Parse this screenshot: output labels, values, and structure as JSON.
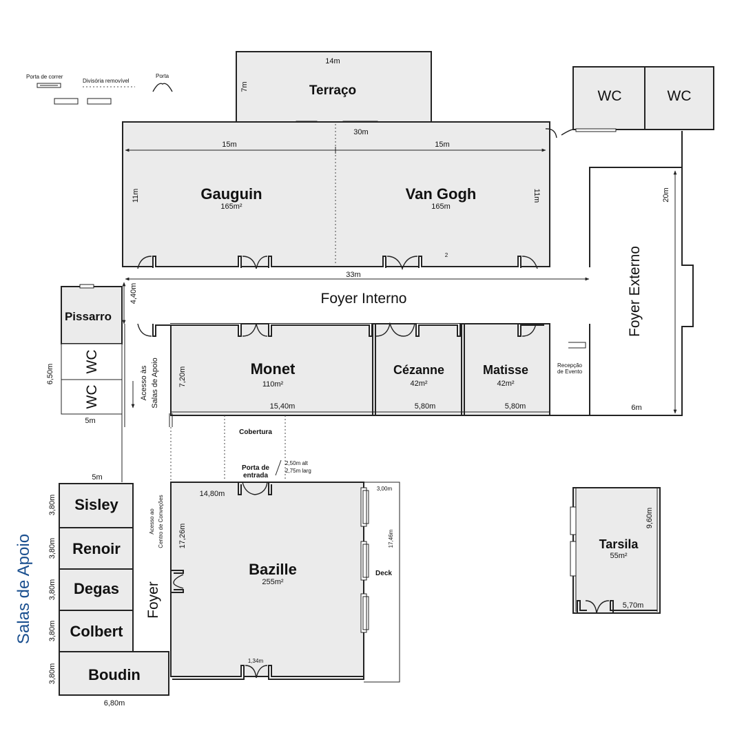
{
  "legend": {
    "sliding_door": "Porta de correr",
    "removable_partition": "Divisória removível",
    "door": "Porta"
  },
  "rooms": {
    "terraco": {
      "name": "Terraço",
      "width": "14m",
      "depth": "7m"
    },
    "gauguin": {
      "name": "Gauguin",
      "area": "165m²",
      "width": "15m",
      "depth": "11m"
    },
    "van_gogh": {
      "name": "Van Gogh",
      "area": "165m",
      "width": "15m",
      "depth": "11m",
      "mark": "2"
    },
    "monet": {
      "name": "Monet",
      "area": "110m²",
      "width": "15,40m",
      "depth": "7,20m"
    },
    "cezanne": {
      "name": "Cézanne",
      "area": "42m²",
      "width": "5,80m"
    },
    "matisse": {
      "name": "Matisse",
      "area": "42m²",
      "width": "5,80m"
    },
    "pissarro": {
      "name": "Pissarro"
    },
    "bazille": {
      "name": "Bazille",
      "area": "255m²",
      "width": "14,80m",
      "depth": "17,26m",
      "door_width": "1,34m"
    },
    "tarsila": {
      "name": "Tarsila",
      "area": "55m²",
      "width": "5,70m",
      "depth": "9,60m"
    },
    "wc_top_1": {
      "name": "WC"
    },
    "wc_top_2": {
      "name": "WC"
    },
    "wc_side_1": {
      "name": "WC"
    },
    "wc_side_2": {
      "name": "WC"
    }
  },
  "support_rooms": {
    "title": "Salas de Apoio",
    "width_top": "5m",
    "width_bottom": "6,80m",
    "items": [
      {
        "name": "Sisley",
        "height": "3,80m"
      },
      {
        "name": "Renoir",
        "height": "3,80m"
      },
      {
        "name": "Degas",
        "height": "3,80m"
      },
      {
        "name": "Colbert",
        "height": "3,80m"
      },
      {
        "name": "Boudin",
        "height": "3,80m"
      }
    ]
  },
  "labels": {
    "foyer_interno": "Foyer Interno",
    "foyer_externo": "Foyer Externo",
    "foyer": "Foyer",
    "total_width_top": "30m",
    "total_width_foyer": "33m",
    "foyer_interno_depth": "4,40m",
    "side_block_height": "6,50m",
    "side_block_width": "5m",
    "foyer_externo_depth": "20m",
    "foyer_externo_width": "6m",
    "recepcao_1": "Recepção",
    "recepcao_2": "de Evento",
    "acesso_apoio_1": "Acesso às",
    "acesso_apoio_2": "Salas de Apoio",
    "cobertura": "Cobertura",
    "porta_entrada_1": "Porta de",
    "porta_entrada_2": "entrada",
    "porta_alt": "2,50m alt",
    "porta_larg": "2,75m larg",
    "acesso_centro_1": "Acesso ao",
    "acesso_centro_2": "Centro de Conveções",
    "deck": "Deck",
    "deck_width": "3,00m",
    "deck_depth": "17,46m"
  }
}
